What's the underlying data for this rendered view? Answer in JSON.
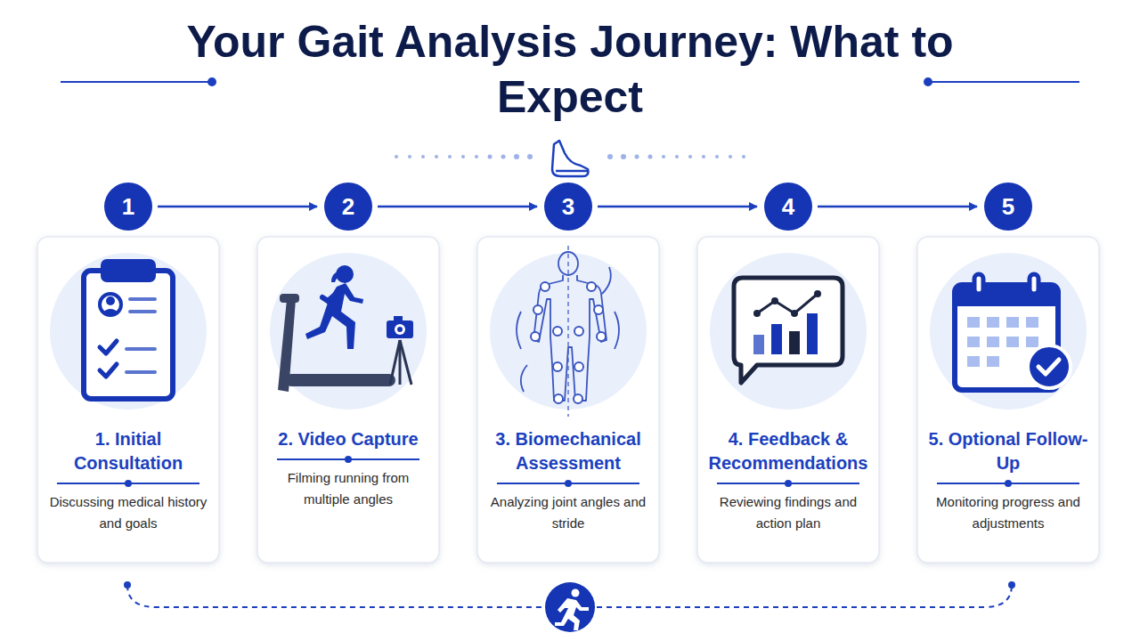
{
  "diagram": {
    "title": "Your Gait Analysis Journey: What to Expect",
    "nodes": [
      {
        "text": [
          "1"
        ]
      },
      {
        "text": [
          "2"
        ]
      },
      {
        "text": [
          "3"
        ]
      },
      {
        "text": [
          "4"
        ]
      },
      {
        "text": [
          "5"
        ]
      },
      {
        "text": [
          "1. Initial Consultation",
          "Discussing medical history and goals"
        ]
      },
      {
        "text": [
          "2. Video Capture",
          "Filming running from multiple angles"
        ]
      },
      {
        "text": [
          "3. Biomechanical Assessment",
          "Analyzing joint angles and stride"
        ]
      },
      {
        "text": [
          "4. Feedback & Recommendations",
          "Reviewing findings and action plan"
        ]
      },
      {
        "text": [
          "5. Optional Follow-Up",
          "Monitoring progress and adjustments"
        ]
      }
    ],
    "edges": [
      {
        "from": 0,
        "to": 1,
        "arrow": "to"
      },
      {
        "from": 1,
        "to": 2,
        "arrow": "to"
      },
      {
        "from": 2,
        "to": 3,
        "arrow": "to"
      },
      {
        "from": 3,
        "to": 4,
        "arrow": "to"
      }
    ]
  }
}
